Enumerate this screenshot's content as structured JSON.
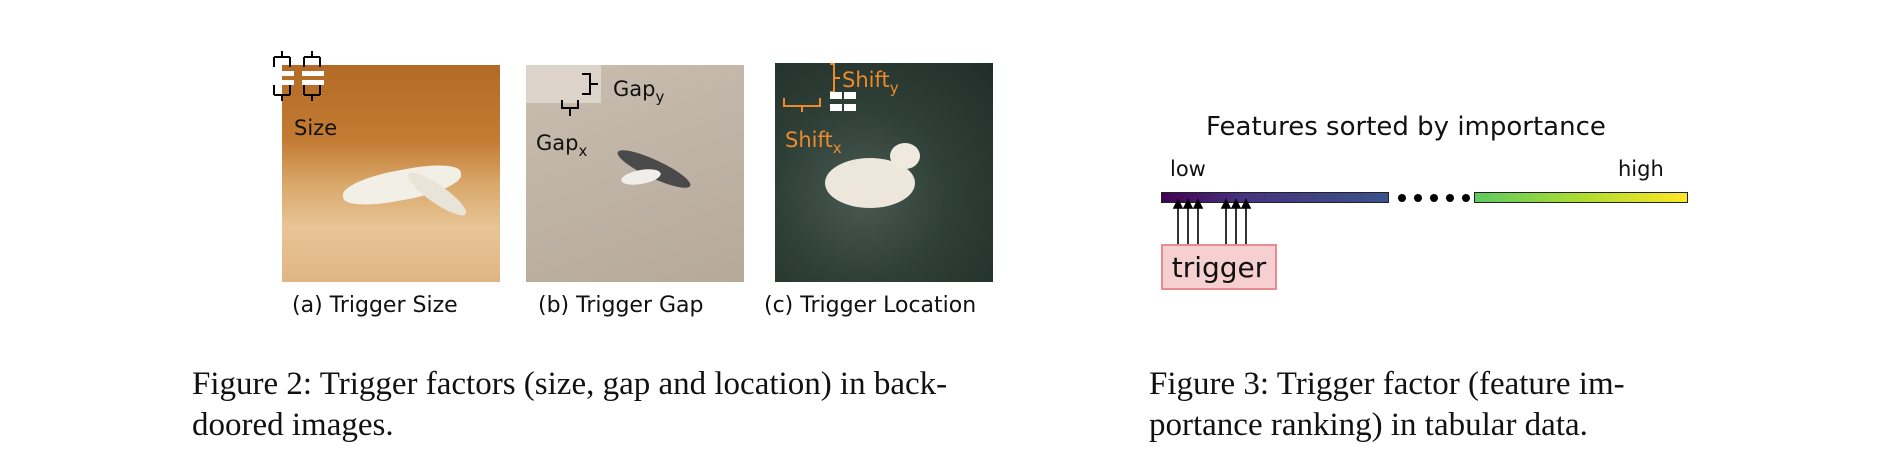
{
  "figure2": {
    "panels": [
      {
        "id": "a",
        "caption": "(a) Trigger Size",
        "labels": {
          "size": "Size"
        }
      },
      {
        "id": "b",
        "caption": "(b) Trigger Gap",
        "labels": {
          "gap_y_base": "Gap",
          "gap_y_sub": "y",
          "gap_x_base": "Gap",
          "gap_x_sub": "x"
        }
      },
      {
        "id": "c",
        "caption": "(c) Trigger Location",
        "labels": {
          "shift_y_base": "Shift",
          "shift_y_sub": "y",
          "shift_x_base": "Shift",
          "shift_x_sub": "x"
        }
      }
    ],
    "caption": "Figure 2: Trigger factors (size, gap and location) in backdoored images.",
    "caption_line1": "Figure 2:  Trigger factors (size, gap and location) in back-",
    "caption_line2": "doored images."
  },
  "figure3": {
    "title": "Features sorted by importance",
    "low_label": "low",
    "high_label": "high",
    "trigger_label": "trigger",
    "caption": "Figure 3: Trigger factor (feature importance ranking) in tabular data.",
    "caption_line1": "Figure 3: Trigger factor (feature im-",
    "caption_line2": "portance ranking) in tabular data.",
    "colors": {
      "trigger_fill": "#f6cfd0",
      "trigger_border": "#e88c8f",
      "bar_low": "#440154",
      "bar_mid": "#3b528b",
      "bar_high_start": "#5ec962",
      "bar_high_end": "#fde725"
    }
  }
}
